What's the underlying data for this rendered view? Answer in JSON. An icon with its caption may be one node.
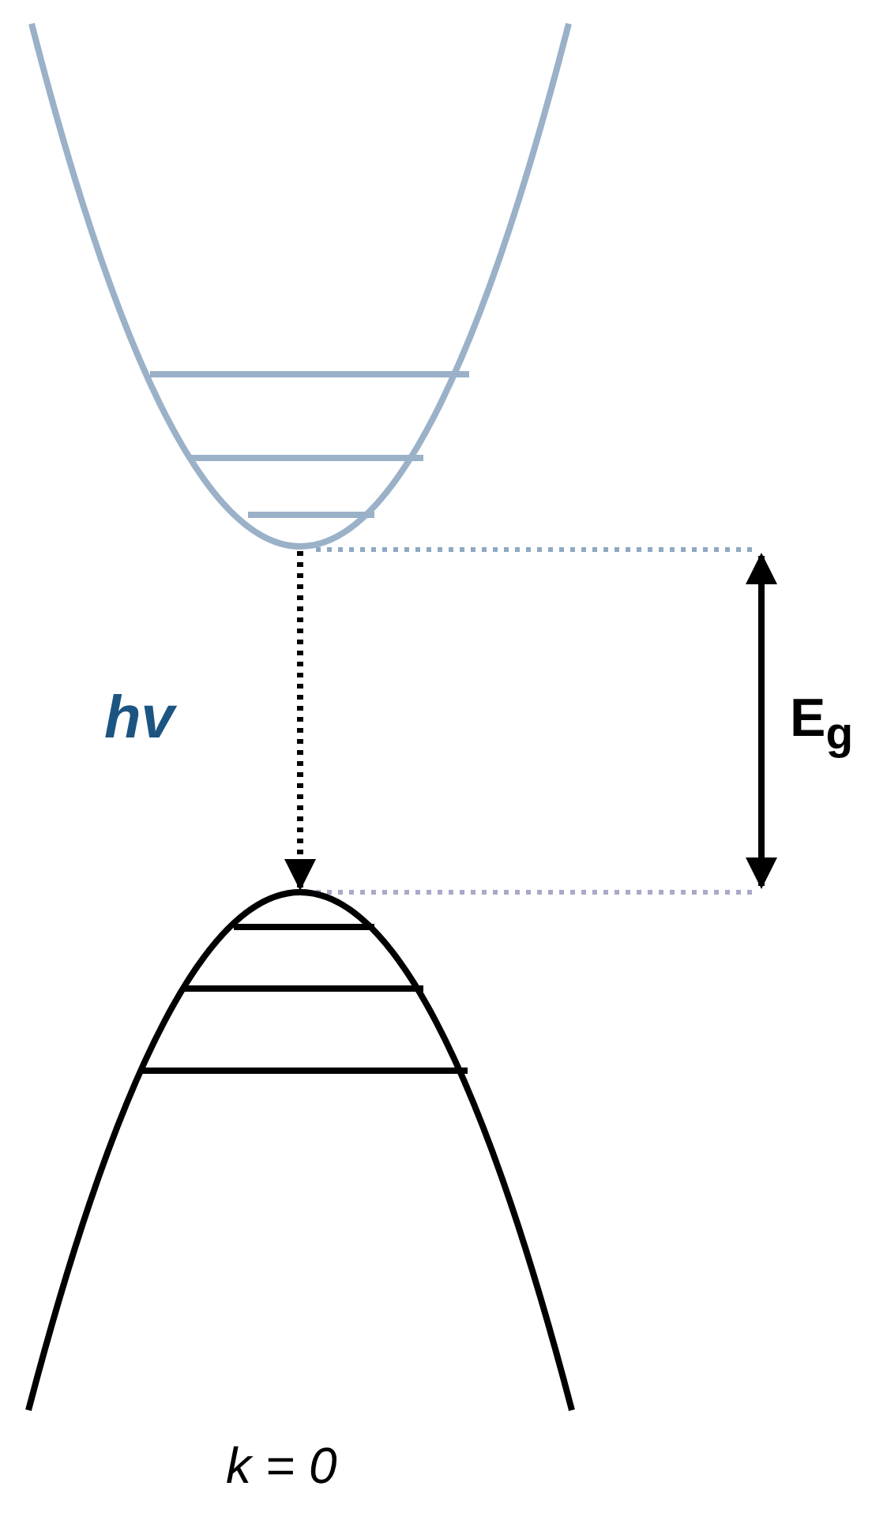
{
  "diagram": {
    "nodes": [
      {
        "text": [],
        "shape": "curve"
      },
      {
        "text": [],
        "shape": "curve"
      }
    ],
    "edges": [
      {
        "from": 0,
        "to": 1,
        "arrow": "to",
        "style": "dashed",
        "label": "hv"
      }
    ],
    "labels": [
      "E$_{g}$",
      "k = 0"
    ]
  }
}
